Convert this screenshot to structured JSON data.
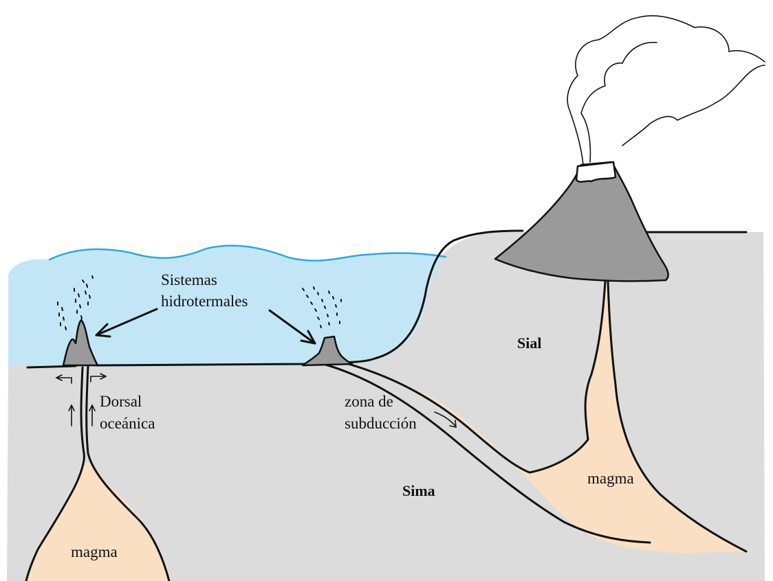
{
  "labels": {
    "hydrothermal": [
      "Sistemas",
      "hidrotermales"
    ],
    "ridge": [
      "Dorsal",
      "oceánica"
    ],
    "subduction": [
      "zona de",
      "subducción"
    ],
    "sial": "Sial",
    "sima": "Sima",
    "magma_right": "magma",
    "magma_left": "magma"
  },
  "colors": {
    "sea": "#c3e6f7",
    "sea_surface": "#29a9e0",
    "crust": "#dcdcdc",
    "magma": "#fbdfc3",
    "volcanic_rock": "#9a9a9a",
    "ink": "#111111"
  }
}
